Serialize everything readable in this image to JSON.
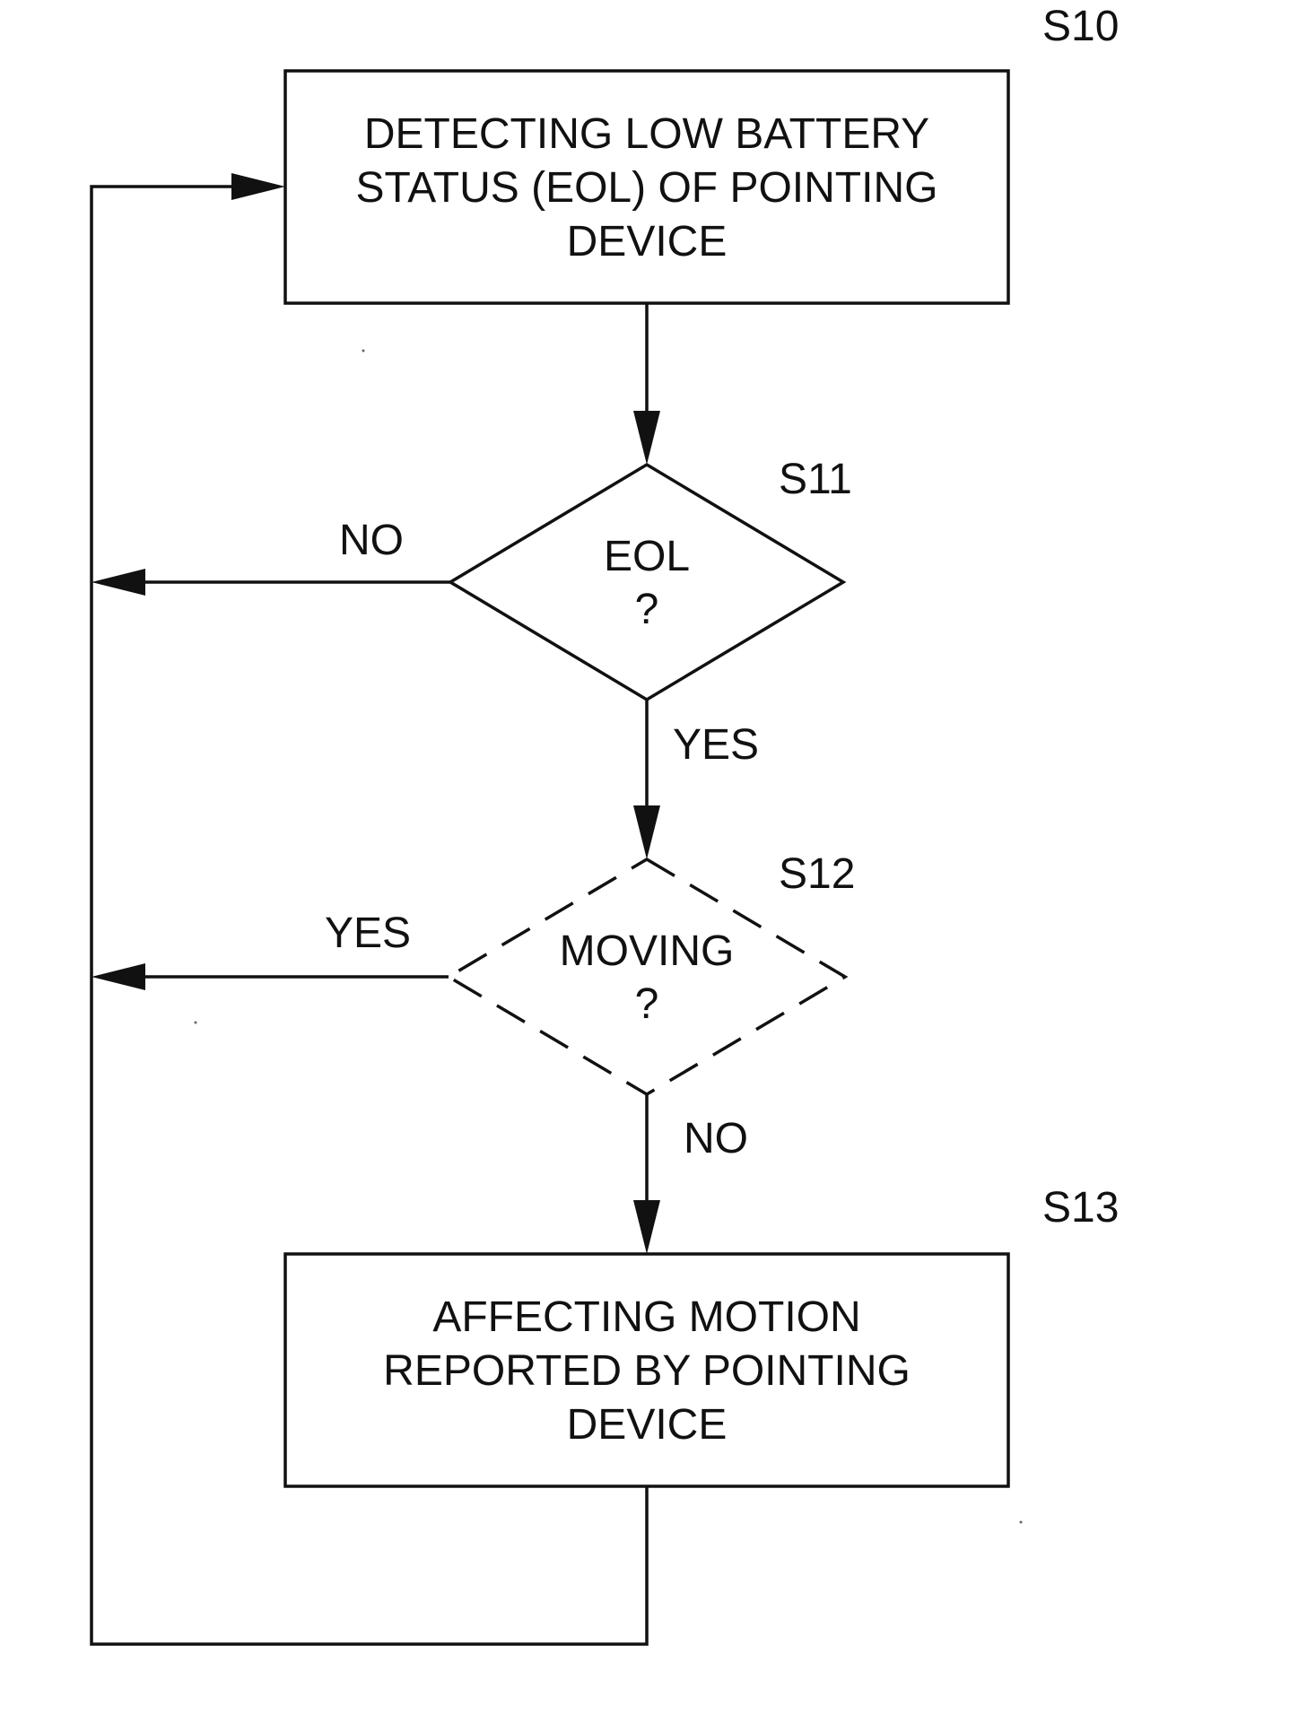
{
  "steps": {
    "s10": {
      "label": "S10",
      "lines": [
        "DETECTING LOW BATTERY",
        "STATUS (EOL) OF POINTING",
        "DEVICE"
      ]
    },
    "s11": {
      "label": "S11",
      "lines": [
        "EOL",
        "?"
      ],
      "no_label": "NO",
      "yes_label": "YES"
    },
    "s12": {
      "label": "S12",
      "lines": [
        "MOVING",
        "?"
      ],
      "yes_label": "YES",
      "no_label": "NO",
      "style": "dashed"
    },
    "s13": {
      "label": "S13",
      "lines": [
        "AFFECTING MOTION",
        "REPORTED BY POINTING",
        "DEVICE"
      ]
    }
  }
}
